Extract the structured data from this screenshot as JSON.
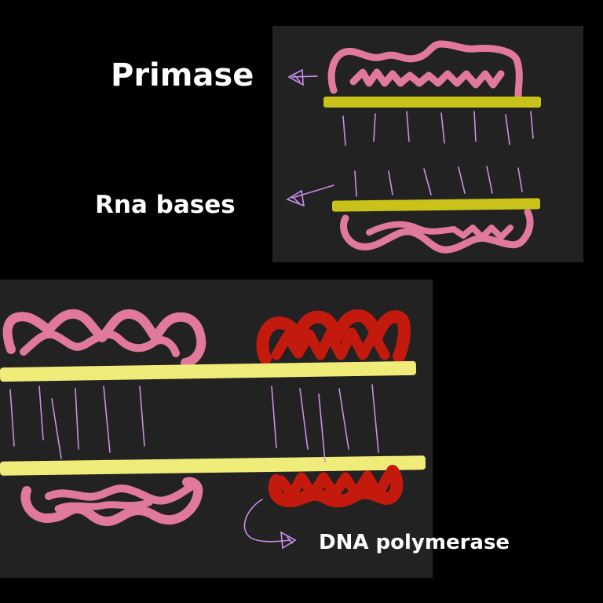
{
  "labels": {
    "primase": "Primase",
    "rna_bases": "Rna bases",
    "dna_polymerase": "DNA polymerase"
  },
  "colors": {
    "background": "#000000",
    "panel": "#222222",
    "dna_strand": "#f0ec7a",
    "dna_strand_top_panel": "#c8c21a",
    "primase": "#e0799c",
    "dna_polymerase": "#c41a0e",
    "base_pairs": "#c98ee8",
    "label_text": "#ffffff"
  }
}
